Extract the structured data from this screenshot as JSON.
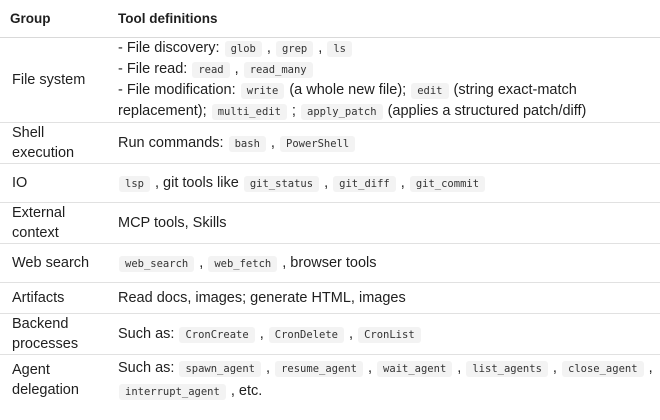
{
  "headers": {
    "group": "Group",
    "definitions": "Tool definitions"
  },
  "rows": [
    {
      "group": "File system",
      "lines": [
        [
          {
            "t": "- File discovery: "
          },
          {
            "c": "glob"
          },
          {
            "t": " , "
          },
          {
            "c": "grep"
          },
          {
            "t": " , "
          },
          {
            "c": "ls"
          }
        ],
        [
          {
            "t": "- File read: "
          },
          {
            "c": "read"
          },
          {
            "t": " , "
          },
          {
            "c": "read_many"
          }
        ],
        [
          {
            "t": "- File modification: "
          },
          {
            "c": "write"
          },
          {
            "t": " (a whole new file); "
          },
          {
            "c": "edit"
          },
          {
            "t": " (string exact-match replacement); "
          },
          {
            "c": "multi_edit"
          },
          {
            "t": " ; "
          },
          {
            "c": "apply_patch"
          },
          {
            "t": " (applies a structured patch/diff)"
          }
        ]
      ]
    },
    {
      "group": "Shell execution",
      "lines": [
        [
          {
            "t": "Run commands: "
          },
          {
            "c": "bash"
          },
          {
            "t": " , "
          },
          {
            "c": "PowerShell"
          }
        ]
      ]
    },
    {
      "group": "IO",
      "lines": [
        [
          {
            "c": "lsp"
          },
          {
            "t": " , git tools like "
          },
          {
            "c": "git_status"
          },
          {
            "t": " , "
          },
          {
            "c": "git_diff"
          },
          {
            "t": " , "
          },
          {
            "c": "git_commit"
          }
        ]
      ]
    },
    {
      "group": "External context",
      "lines": [
        [
          {
            "t": "MCP tools, Skills"
          }
        ]
      ]
    },
    {
      "group": "Web search",
      "lines": [
        [
          {
            "c": "web_search"
          },
          {
            "t": " , "
          },
          {
            "c": "web_fetch"
          },
          {
            "t": " , browser tools"
          }
        ]
      ]
    },
    {
      "group": "Artifacts",
      "lines": [
        [
          {
            "t": "Read docs, images; generate HTML, images"
          }
        ]
      ]
    },
    {
      "group": "Backend processes",
      "lines": [
        [
          {
            "t": "Such as: "
          },
          {
            "c": "CronCreate"
          },
          {
            "t": " , "
          },
          {
            "c": "CronDelete"
          },
          {
            "t": " , "
          },
          {
            "c": "CronList"
          }
        ]
      ]
    },
    {
      "group": "Agent delegation",
      "lines": [
        [
          {
            "t": "Such as: "
          },
          {
            "c": "spawn_agent"
          },
          {
            "t": " , "
          },
          {
            "c": "resume_agent"
          },
          {
            "t": " , "
          },
          {
            "c": "wait_agent"
          },
          {
            "t": " , "
          },
          {
            "c": "list_agents"
          },
          {
            "t": " , "
          },
          {
            "c": "close_agent"
          },
          {
            "t": " , "
          },
          {
            "c": "interrupt_agent"
          },
          {
            "t": " , etc."
          }
        ]
      ]
    }
  ]
}
